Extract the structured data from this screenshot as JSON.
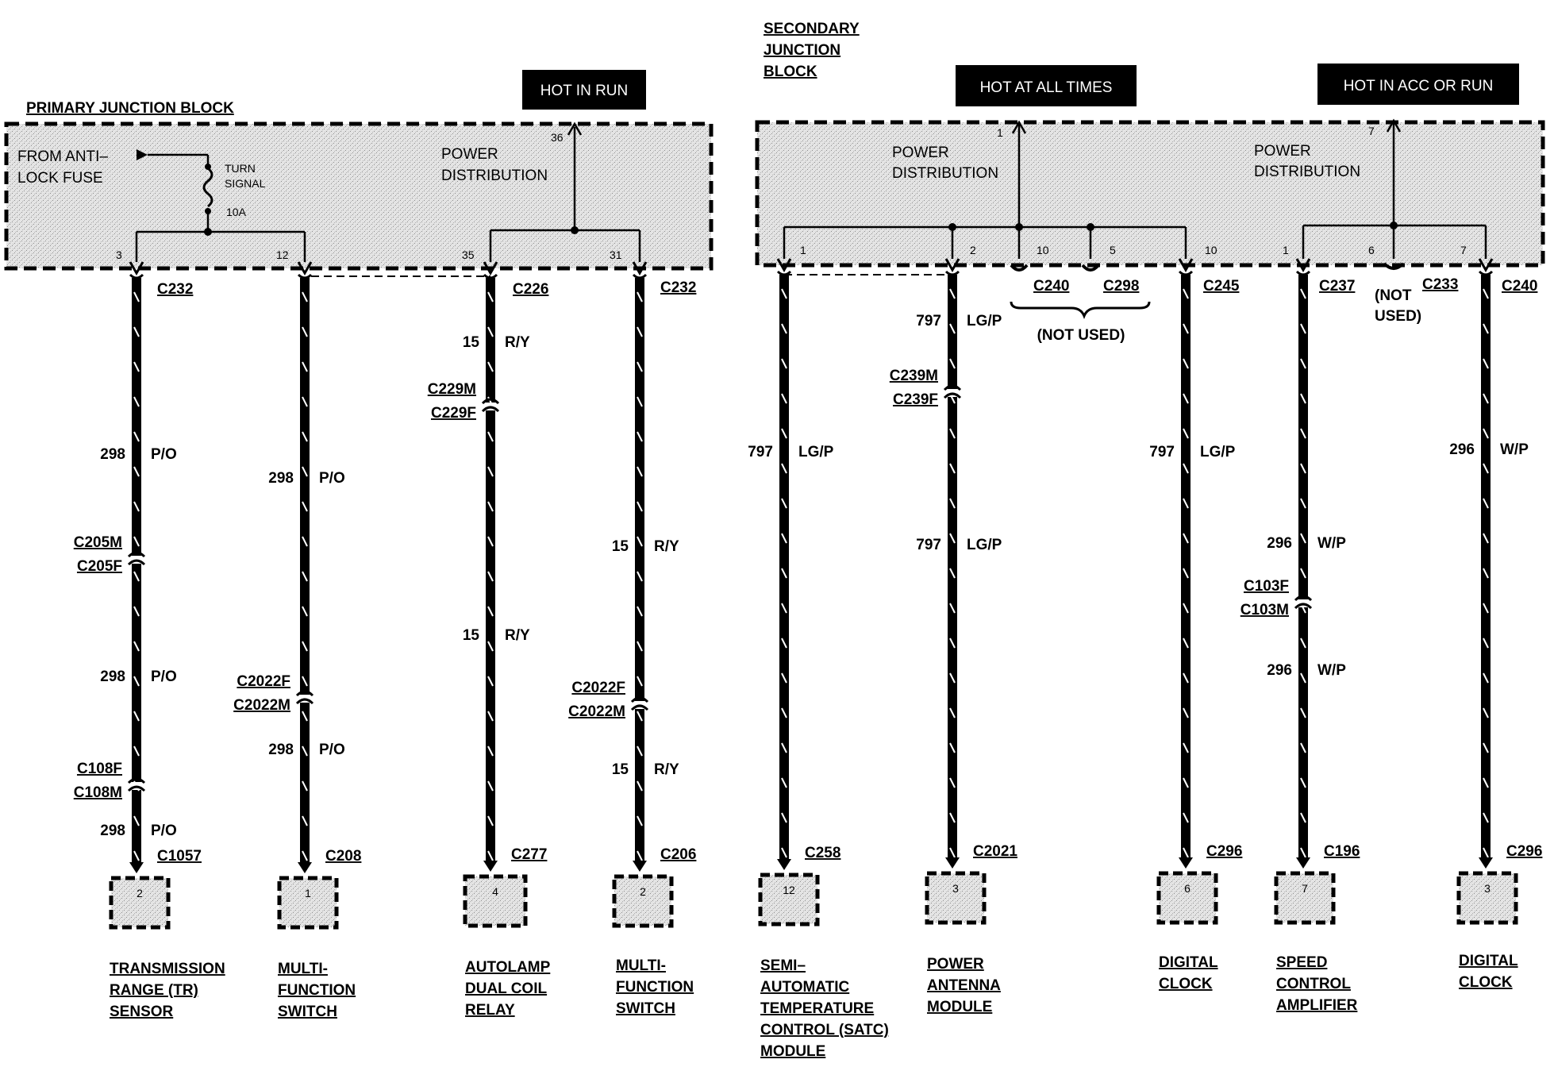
{
  "primary_block": {
    "title": "PRIMARY JUNCTION BLOCK",
    "hot_label": "HOT IN RUN",
    "source_label_1": "FROM ANTI–",
    "source_label_2": "LOCK FUSE",
    "fuse_label_1": "TURN",
    "fuse_label_2": "SIGNAL",
    "fuse_rating": "10A",
    "dist_label_1": "POWER",
    "dist_label_2": "DISTRIBUTION",
    "feed_pin": "36",
    "pins": [
      "3",
      "12",
      "35",
      "31"
    ]
  },
  "secondary_block": {
    "title_1": "SECONDARY",
    "title_2": "JUNCTION",
    "title_3": "BLOCK",
    "hot_label_1": "HOT AT ALL TIMES",
    "hot_label_2": "HOT IN ACC OR RUN",
    "dist_label_1": "POWER",
    "dist_label_2": "DISTRIBUTION",
    "dist2_label_1": "POWER",
    "dist2_label_2": "DISTRIBUTION",
    "feed_pin_1": "1",
    "feed_pin_2": "7",
    "pins": [
      "1",
      "2",
      "10",
      "5",
      "10",
      "1",
      "6",
      "7"
    ],
    "unused_connectors": [
      "C240",
      "C298"
    ],
    "not_used": "(NOT USED)",
    "c233_label": "C233",
    "not_used_2a": "(NOT",
    "not_used_2b": "USED)"
  },
  "circuits": [
    {
      "top_connector": "C232",
      "wires": [
        {
          "num": "298",
          "color": "P/O"
        },
        {
          "num": "298",
          "color": "P/O"
        },
        {
          "num": "298",
          "color": "P/O"
        }
      ],
      "inline": [
        {
          "a": "C205M",
          "b": "C205F"
        },
        {
          "a": "C108F",
          "b": "C108M"
        }
      ],
      "bottom_connector": "C1057",
      "pin": "2",
      "component": [
        "TRANSMISSION",
        "RANGE (TR)",
        "SENSOR"
      ]
    },
    {
      "top_connector": "",
      "wires": [
        {
          "num": "298",
          "color": "P/O"
        },
        {
          "num": "298",
          "color": "P/O"
        }
      ],
      "inline": [
        {
          "a": "C2022F",
          "b": "C2022M"
        }
      ],
      "bottom_connector": "C208",
      "pin": "1",
      "component": [
        "MULTI-",
        "FUNCTION",
        "SWITCH"
      ]
    },
    {
      "top_connector": "C226",
      "wires": [
        {
          "num": "15",
          "color": "R/Y"
        },
        {
          "num": "15",
          "color": "R/Y"
        }
      ],
      "inline": [
        {
          "a": "C229M",
          "b": "C229F"
        }
      ],
      "bottom_connector": "C277",
      "pin": "4",
      "component": [
        "AUTOLAMP",
        "DUAL COIL",
        "RELAY"
      ]
    },
    {
      "top_connector": "C232",
      "wires": [
        {
          "num": "15",
          "color": "R/Y"
        },
        {
          "num": "15",
          "color": "R/Y"
        }
      ],
      "inline": [
        {
          "a": "C2022F",
          "b": "C2022M"
        }
      ],
      "bottom_connector": "C206",
      "pin": "2",
      "component": [
        "MULTI-",
        "FUNCTION",
        "SWITCH"
      ]
    },
    {
      "top_connector": "",
      "wires": [
        {
          "num": "797",
          "color": "LG/P"
        }
      ],
      "inline": [],
      "bottom_connector": "C258",
      "pin": "12",
      "component": [
        "SEMI–",
        "AUTOMATIC",
        "TEMPERATURE",
        "CONTROL (SATC)",
        "MODULE"
      ]
    },
    {
      "top_connector": "",
      "wires": [
        {
          "num": "797",
          "color": "LG/P"
        },
        {
          "num": "797",
          "color": "LG/P"
        }
      ],
      "inline": [
        {
          "a": "C239M",
          "b": "C239F"
        }
      ],
      "bottom_connector": "C2021",
      "pin": "3",
      "component": [
        "POWER",
        "ANTENNA",
        "MODULE"
      ]
    },
    {
      "top_connector": "C245",
      "wires": [
        {
          "num": "797",
          "color": "LG/P"
        }
      ],
      "inline": [],
      "bottom_connector": "C296",
      "pin": "6",
      "component": [
        "DIGITAL",
        "CLOCK"
      ]
    },
    {
      "top_connector": "C237",
      "wires": [
        {
          "num": "296",
          "color": "W/P"
        },
        {
          "num": "296",
          "color": "W/P"
        }
      ],
      "inline": [
        {
          "a": "C103F",
          "b": "C103M"
        }
      ],
      "bottom_connector": "C196",
      "pin": "7",
      "component": [
        "SPEED",
        "CONTROL",
        "AMPLIFIER"
      ]
    },
    {
      "top_connector": "C240",
      "wires": [
        {
          "num": "296",
          "color": "W/P"
        }
      ],
      "inline": [],
      "bottom_connector": "C296",
      "pin": "3",
      "component": [
        "DIGITAL",
        "CLOCK"
      ]
    }
  ],
  "colors": {
    "ink": "#000000",
    "block_fill": "#d9d9d9",
    "hot_box": "#000000",
    "hot_text": "#ffffff"
  }
}
